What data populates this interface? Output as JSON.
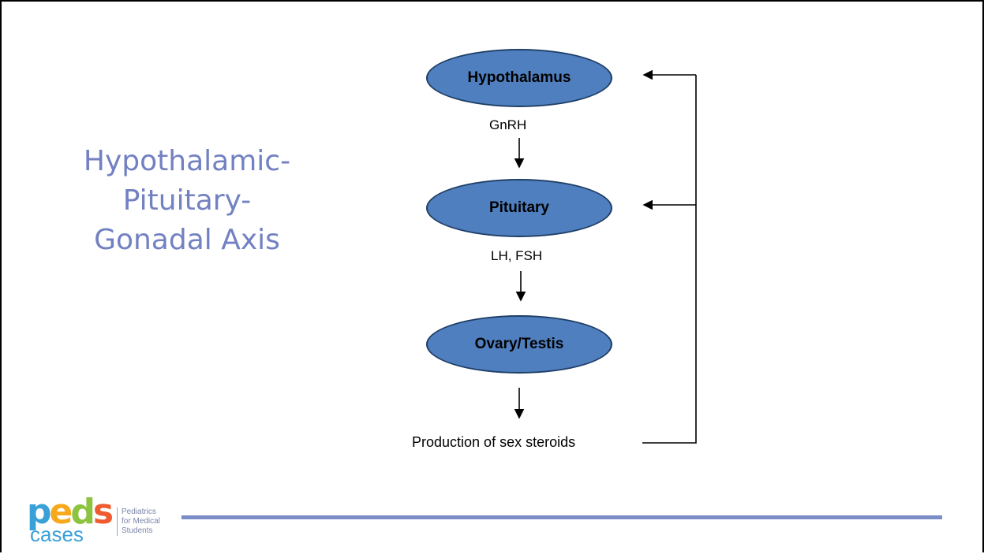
{
  "slide": {
    "title_lines": [
      "Hypothalamic-",
      "Pituitary-",
      "Gonadal Axis"
    ],
    "colors": {
      "title": "#7281c1",
      "node_fill": "#4f7fbf",
      "rule": "#7b8cc6"
    }
  },
  "diagram": {
    "nodes": [
      {
        "id": "hypothalamus",
        "label": "Hypothalamus"
      },
      {
        "id": "pituitary",
        "label": "Pituitary"
      },
      {
        "id": "gonad",
        "label": "Ovary/Testis"
      }
    ],
    "edge_labels": {
      "gnrh": "GnRH",
      "lh_fsh": "LH, FSH"
    },
    "output_label": "Production of sex steroids"
  },
  "logo": {
    "letters": [
      "p",
      "e",
      "d",
      "s"
    ],
    "subword": "cases",
    "tagline_lines": [
      "Pediatrics",
      "for Medical",
      "Students"
    ]
  }
}
